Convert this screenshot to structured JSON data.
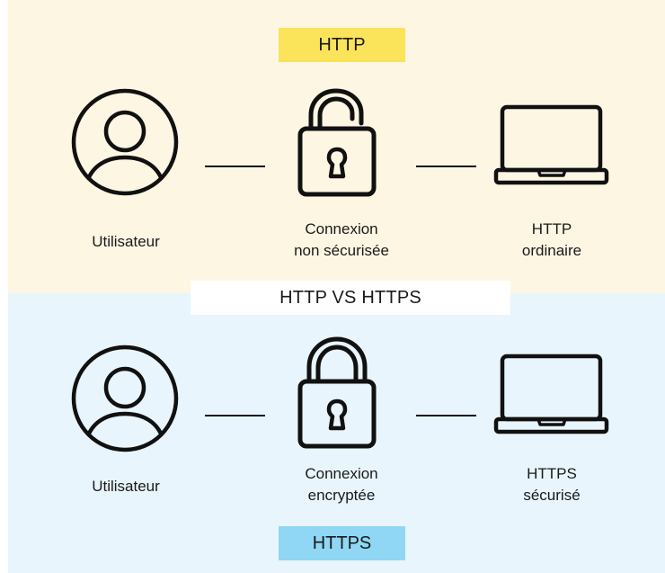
{
  "title": "HTTP VS HTTPS",
  "colors": {
    "http_bg": "#fdf6e3",
    "https_bg": "#e8f5fc",
    "http_tag": "#fbe35a",
    "https_tag": "#8fd7f5"
  },
  "http": {
    "tag": "HTTP",
    "user_label": "Utilisateur",
    "connection_line1": "Connexion",
    "connection_line2": "non sécurisée",
    "server_line1": "HTTP",
    "server_line2": "ordinaire",
    "lock_state": "unlocked"
  },
  "https": {
    "tag": "HTTPS",
    "user_label": "Utilisateur",
    "connection_line1": "Connexion",
    "connection_line2": "encryptée",
    "server_line1": "HTTPS",
    "server_line2": "sécurisé",
    "lock_state": "locked"
  },
  "icons": {
    "user": "user-circle-icon",
    "lock_open": "unlocked-padlock-icon",
    "lock_closed": "locked-padlock-icon",
    "laptop": "laptop-icon"
  }
}
